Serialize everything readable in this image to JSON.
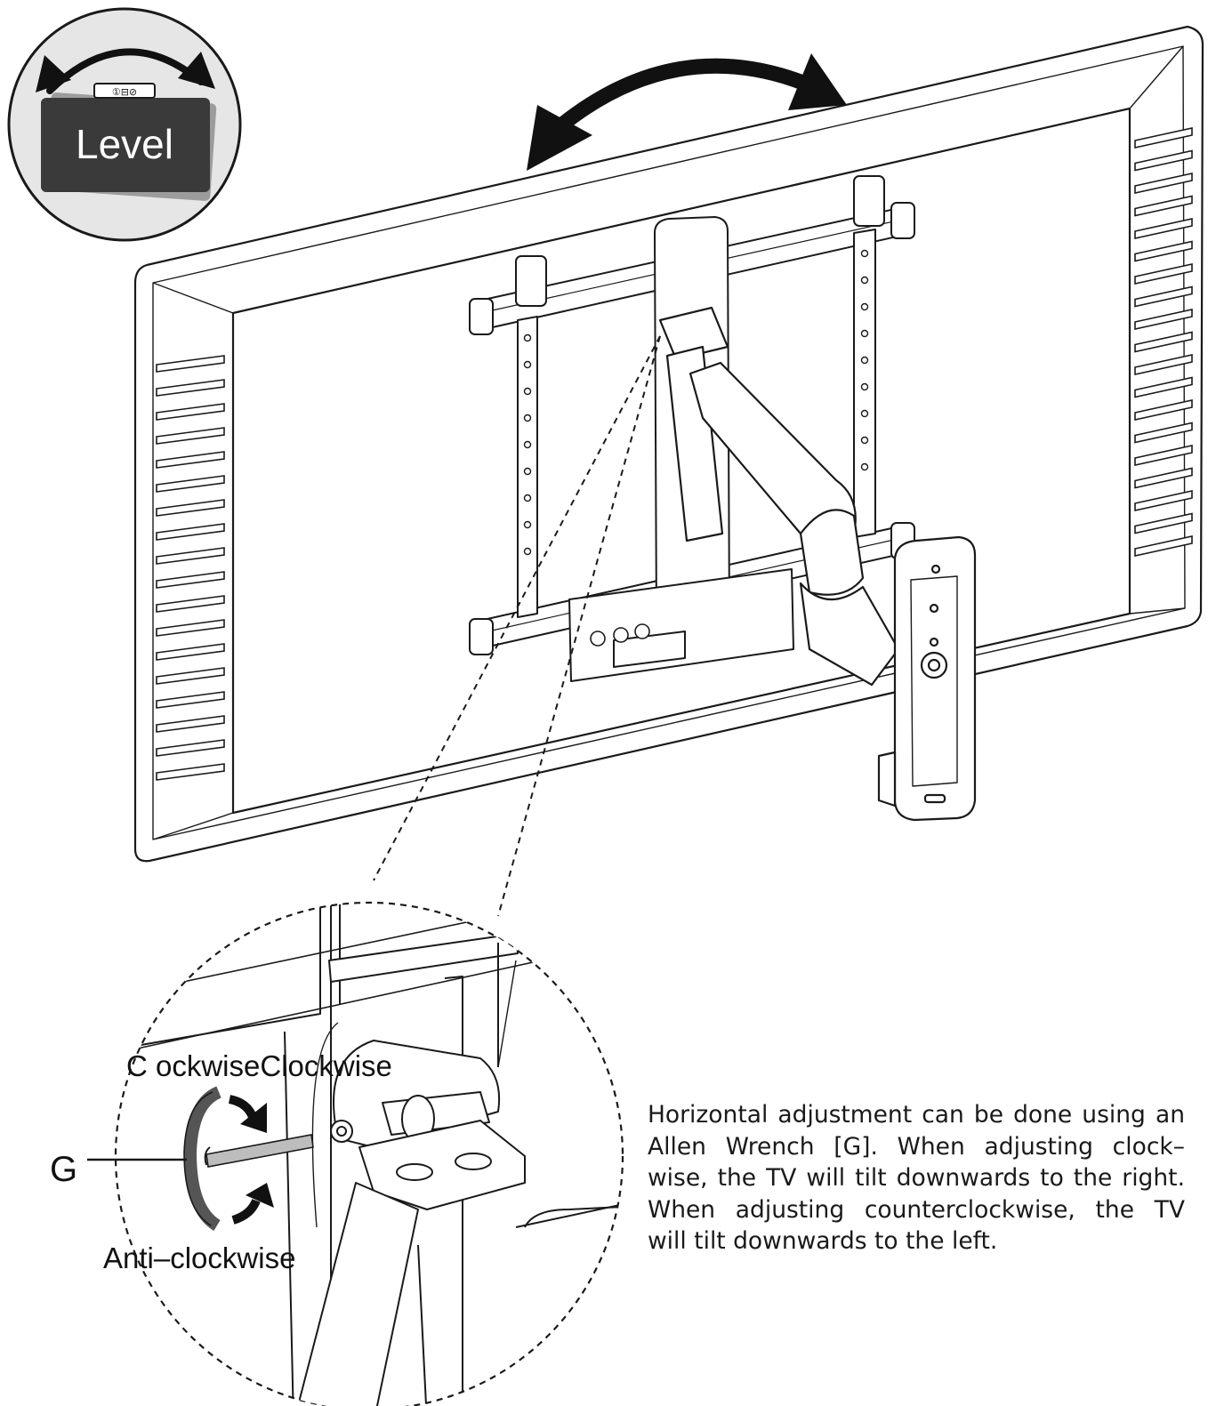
{
  "level_badge": {
    "label": "Level",
    "vial_text": "①⊟⊘"
  },
  "callout": {
    "tool_label": "G",
    "clockwise_label": "C ockwiseClockwise",
    "anticlockwise_label": "Anti–clockwise"
  },
  "instructions": {
    "lines": [
      "Horizontal adjustment can be done using an",
      "Allen Wrench [G]. When adjusting clock–",
      "wise, the TV will tilt downwards to the right.",
      "When adjusting counterclockwise, the TV",
      "will tilt downwards to the left."
    ]
  },
  "colors": {
    "line": "#1a1a1a",
    "badge_fill": "#e6e6e6",
    "level_fill": "#3a3a3a",
    "arrow_fill": "#111111"
  }
}
